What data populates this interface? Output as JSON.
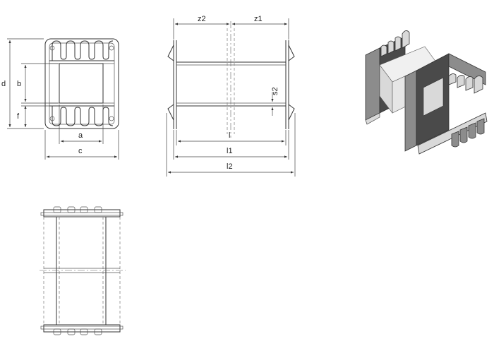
{
  "colors": {
    "line": "#333333",
    "plastic_dark": "#4a4a4a",
    "plastic_mid": "#8c8c8c",
    "plastic_light": "#d9d9d9",
    "background": "#ffffff"
  },
  "front_view": {
    "labels": {
      "d": "d",
      "b": "b",
      "f": "f",
      "a": "a",
      "c": "c"
    }
  },
  "side_view": {
    "labels": {
      "z2": "z2",
      "z1": "z1",
      "s2": "s2",
      "l": "l",
      "l1": "l1",
      "l2": "l2"
    }
  },
  "top_view": {},
  "iso_view": {}
}
